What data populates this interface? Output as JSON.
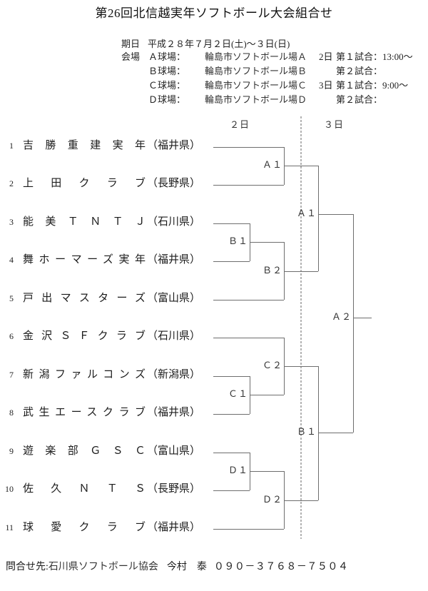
{
  "title": "第26回北信越実年ソフトボール大会組合せ",
  "info": {
    "date_label": "期日",
    "date_value": "平成２８年７月２日(土)～３日(日)",
    "venue_label": "会場",
    "venues": [
      {
        "field": "Ａ球場：",
        "name": "輪島市ソフトボール場Ａ"
      },
      {
        "field": "Ｂ球場：",
        "name": "輪島市ソフトボール場Ｂ"
      },
      {
        "field": "Ｃ球場：",
        "name": "輪島市ソフトボール場Ｃ"
      },
      {
        "field": "Ｄ球場：",
        "name": "輪島市ソフトボール場Ｄ"
      }
    ],
    "schedule": [
      {
        "day": "2日",
        "game": "第１試合：13:00～"
      },
      {
        "day": "",
        "game": "第２試合："
      },
      {
        "day": "3日",
        "game": "第１試合：9:00～"
      },
      {
        "day": "",
        "game": "第２試合："
      }
    ]
  },
  "bracket": {
    "day_headers": [
      "２日",
      "３日"
    ],
    "teams": [
      {
        "no": "1",
        "name": "吉勝重建実年",
        "pref": "（福井県）"
      },
      {
        "no": "2",
        "name": "上田クラブ",
        "pref": "（長野県）"
      },
      {
        "no": "3",
        "name": "能美ＴＮＴＪ",
        "pref": "（石川県）"
      },
      {
        "no": "4",
        "name": "舞ホーマーズ実年",
        "pref": "（福井県）"
      },
      {
        "no": "5",
        "name": "戸出マスターズ",
        "pref": "（富山県）"
      },
      {
        "no": "6",
        "name": "金沢ＳＦクラブ",
        "pref": "（石川県）"
      },
      {
        "no": "7",
        "name": "新潟ファルコンズ",
        "pref": "（新潟県）"
      },
      {
        "no": "8",
        "name": "武生エースクラブ",
        "pref": "（福井県）"
      },
      {
        "no": "9",
        "name": "遊楽部ＧＳＣ",
        "pref": "（富山県）"
      },
      {
        "no": "10",
        "name": "佐久ＮＴＳ",
        "pref": "（長野県）"
      },
      {
        "no": "11",
        "name": "球愛クラブ",
        "pref": "（福井県）"
      }
    ],
    "match_labels": [
      {
        "id": "a1",
        "text": "Ａ１"
      },
      {
        "id": "b1",
        "text": "Ｂ１"
      },
      {
        "id": "b2",
        "text": "Ｂ２"
      },
      {
        "id": "c1",
        "text": "Ｃ１"
      },
      {
        "id": "c2",
        "text": "Ｃ２"
      },
      {
        "id": "d1",
        "text": "Ｄ１"
      },
      {
        "id": "d2",
        "text": "Ｄ２"
      },
      {
        "id": "a1_r2",
        "text": "Ａ１"
      },
      {
        "id": "b1_r2",
        "text": "Ｂ１"
      },
      {
        "id": "a2",
        "text": "Ａ２"
      }
    ]
  },
  "footer": {
    "label": "問合せ先:",
    "org": "石川県ソフトボール協会",
    "person": "今村　泰",
    "phone": "０９０－３７６８－７５０４"
  }
}
